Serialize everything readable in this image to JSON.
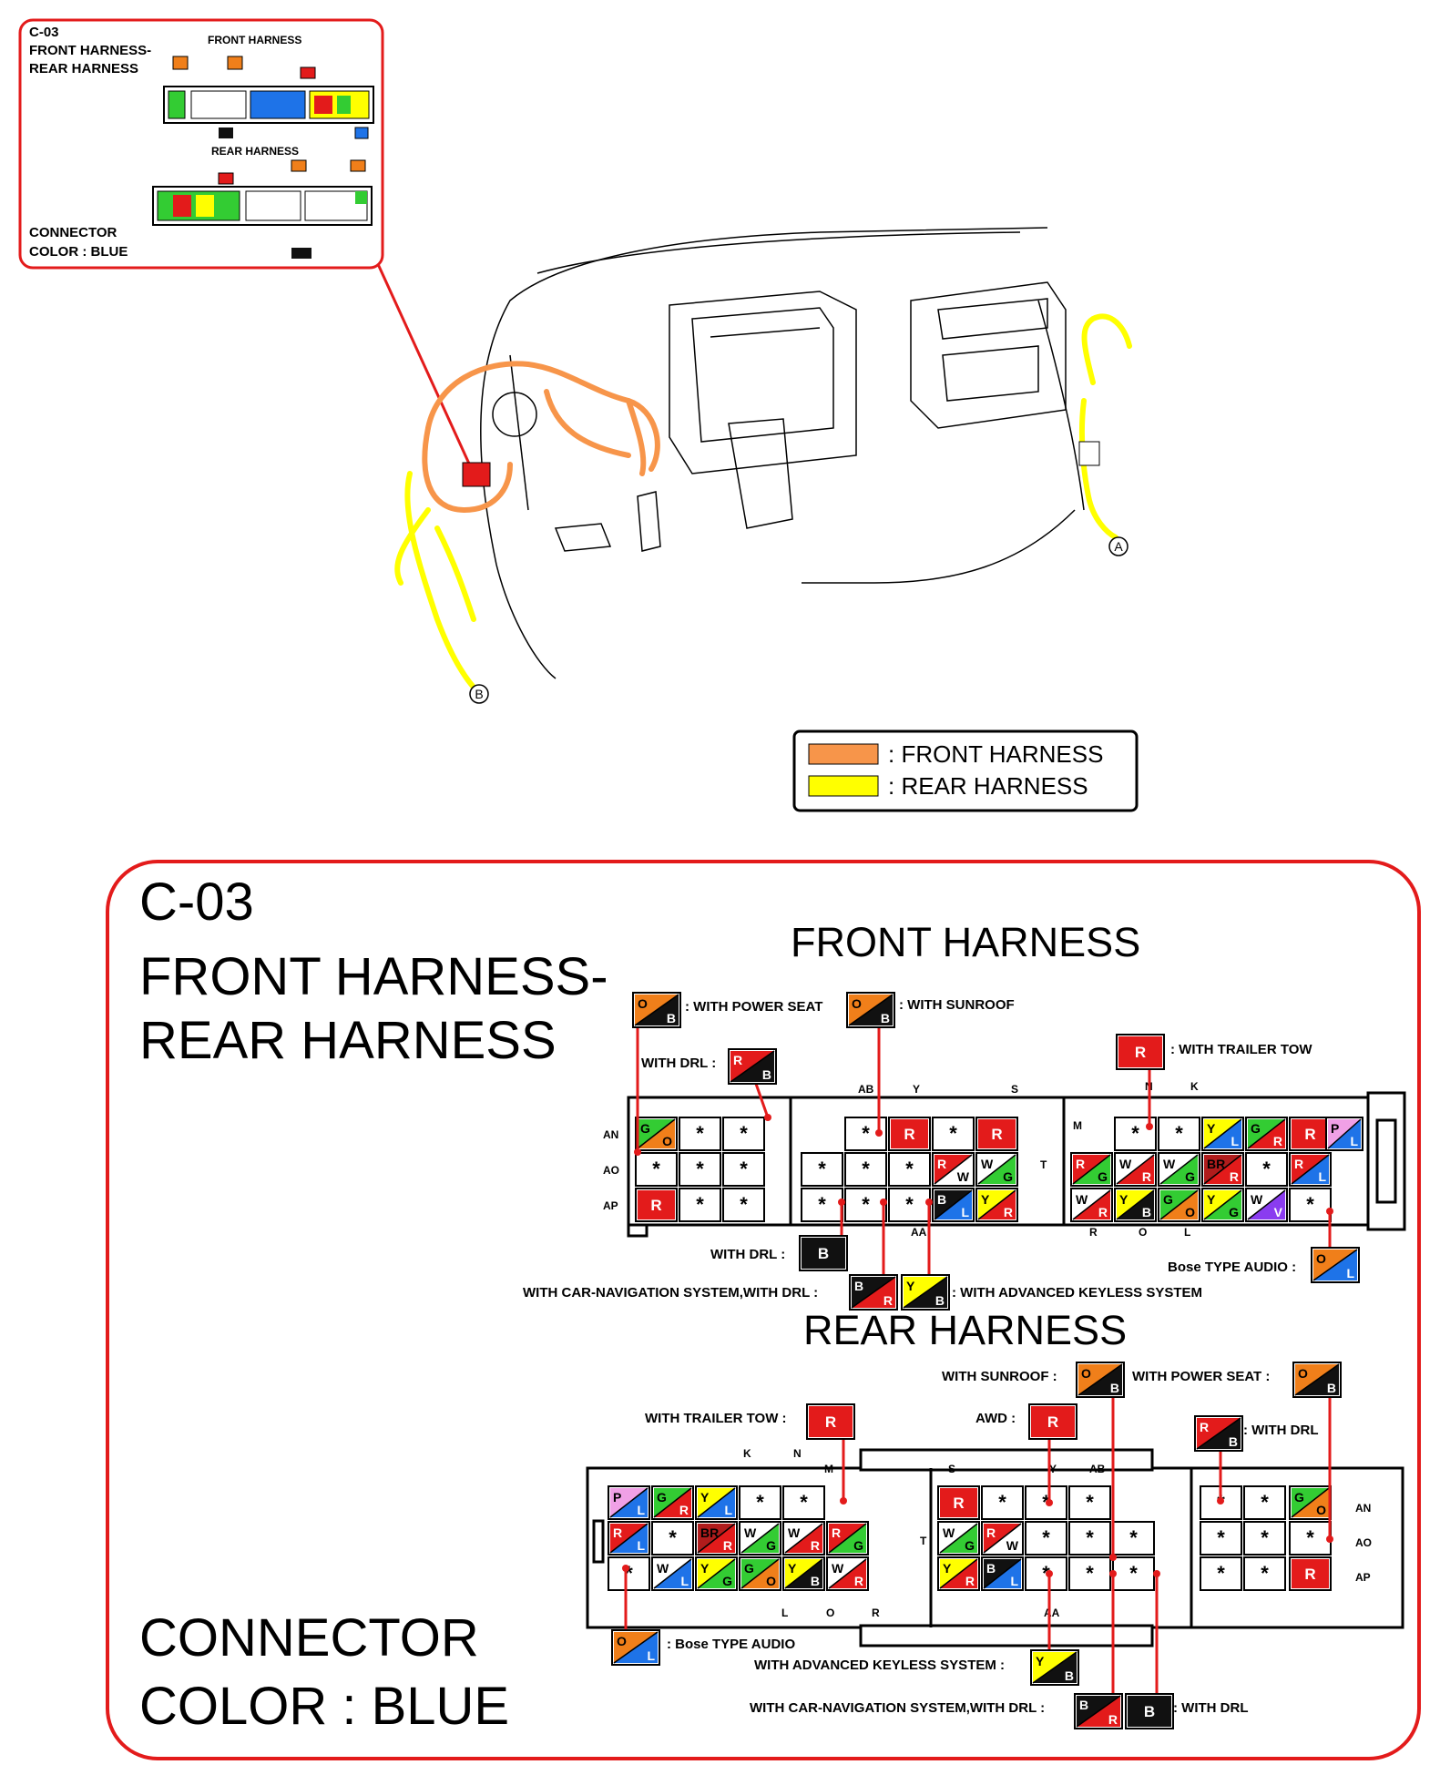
{
  "thumb": {
    "connector_id": "C-03",
    "title_line1": "FRONT HARNESS-",
    "title_line2": "REAR HARNESS",
    "front_heading": "FRONT HARNESS",
    "rear_heading": "REAR HARNESS",
    "color_line1": "CONNECTOR",
    "color_line2": "COLOR : BLUE"
  },
  "illustration": {
    "marker_a": "A",
    "marker_b": "B"
  },
  "legend": {
    "front_label": ": FRONT HARNESS",
    "rear_label": ": REAR HARNESS",
    "front_color": "#f7954a",
    "rear_color": "#ffff00"
  },
  "detail": {
    "connector_id": "C-03",
    "title_line1": "FRONT HARNESS-",
    "title_line2": "REAR HARNESS",
    "connector_line1": "CONNECTOR",
    "connector_line2": "COLOR : BLUE",
    "border_color": "#e31b1b"
  },
  "front": {
    "heading": "FRONT HARNESS",
    "notes": {
      "power_seat": ": WITH POWER SEAT",
      "sunroof": ": WITH SUNROOF",
      "trailer_tow": ": WITH TRAILER TOW",
      "drl_top": "WITH DRL :",
      "drl_bottom": "WITH DRL :",
      "carnav": "WITH CAR-NAVIGATION SYSTEM,WITH DRL :",
      "keyless": ": WITH ADVANCED KEYLESS SYSTEM",
      "bose": "Bose TYPE AUDIO :"
    },
    "row_labels": [
      "AN",
      "AO",
      "AP"
    ],
    "col_labels": {
      "ab": "AB",
      "y": "Y",
      "s": "S",
      "n": "N",
      "k": "K",
      "m": "M",
      "t": "T",
      "aa": "AA",
      "r": "R",
      "o": "O",
      "l": "L"
    }
  },
  "rear": {
    "heading": "REAR HARNESS",
    "notes": {
      "sunroof": "WITH SUNROOF :",
      "power_seat": "WITH POWER SEAT :",
      "trailer_tow": "WITH TRAILER TOW :",
      "awd": "AWD :",
      "drl_top": ": WITH DRL",
      "bose": ": Bose TYPE AUDIO",
      "keyless": "WITH ADVANCED KEYLESS SYSTEM :",
      "carnav": "WITH CAR-NAVIGATION SYSTEM,WITH DRL :",
      "drl_bottom": ": WITH DRL"
    },
    "row_labels": [
      "AN",
      "AO",
      "AP"
    ],
    "col_labels": {
      "k": "K",
      "n": "N",
      "m": "M",
      "s": "S",
      "y": "Y",
      "ab": "AB",
      "t": "T",
      "l": "L",
      "o": "O",
      "r": "R",
      "aa": "AA"
    }
  },
  "pin_marker": "*",
  "wire_colors": {
    "R": "#e31b1b",
    "B": "#111111",
    "G": "#33cc33",
    "Y": "#ffff00",
    "L": "#1e73e8",
    "O": "#f07f1a",
    "W": "#ffffff",
    "P": "#f0a0e6",
    "V": "#8a3cf0",
    "BR": "#b01c1c"
  }
}
